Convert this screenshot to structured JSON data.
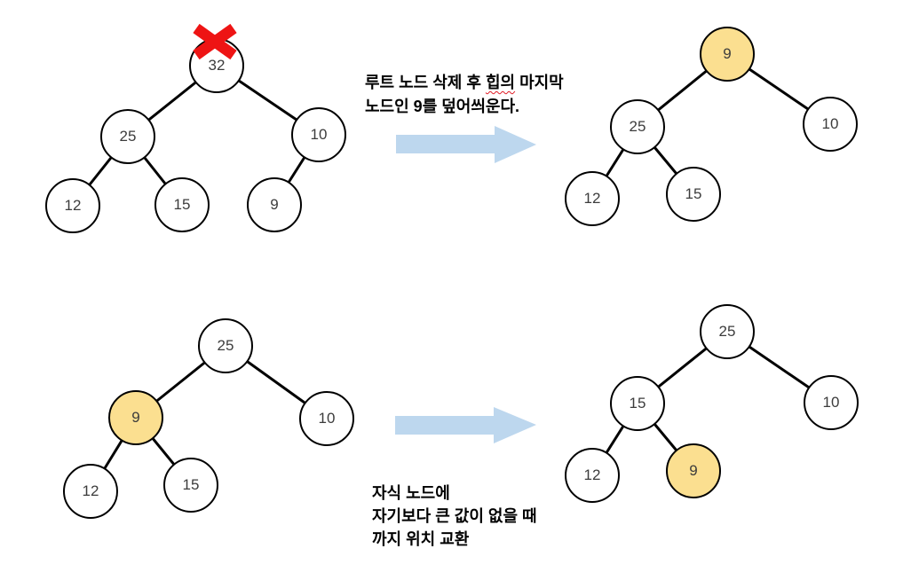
{
  "annotations": {
    "top": {
      "part1": "루트 노드 삭제 후 ",
      "misspelled_word": "힙의",
      "part2": " 마지막",
      "line2": "노드인 9를 덮어씌운다."
    },
    "bottom": {
      "line1": "자식 노드에",
      "line2": "자기보다 큰 값이 없을 때",
      "line3": "까지 위치 교환"
    }
  },
  "colors": {
    "highlight_fill": "#FBDF90",
    "node_fill": "#FFFFFF",
    "node_stroke": "#000000",
    "edge_stroke": "#000000",
    "arrow_fill": "#BDD7EE",
    "delete_x": "#EE1414",
    "spellcheck_underline": "#E01B24"
  },
  "icons": {
    "delete_x": "red-x-mark",
    "transition": "right-block-arrow"
  },
  "trees": [
    {
      "id": "before-delete",
      "nodes": [
        {
          "value": "32",
          "state": "deleted"
        },
        {
          "value": "25",
          "state": "normal"
        },
        {
          "value": "10",
          "state": "normal"
        },
        {
          "value": "12",
          "state": "normal"
        },
        {
          "value": "15",
          "state": "normal"
        },
        {
          "value": "9",
          "state": "normal"
        }
      ],
      "edges": [
        "32-25",
        "32-10",
        "25-12",
        "25-15",
        "10-9"
      ]
    },
    {
      "id": "after-root-replaced",
      "nodes": [
        {
          "value": "9",
          "state": "highlighted"
        },
        {
          "value": "25",
          "state": "normal"
        },
        {
          "value": "10",
          "state": "normal"
        },
        {
          "value": "12",
          "state": "normal"
        },
        {
          "value": "15",
          "state": "normal"
        }
      ],
      "edges": [
        "9-25",
        "9-10",
        "25-12",
        "25-15"
      ]
    },
    {
      "id": "sift-down-step",
      "nodes": [
        {
          "value": "25",
          "state": "normal"
        },
        {
          "value": "9",
          "state": "highlighted"
        },
        {
          "value": "10",
          "state": "normal"
        },
        {
          "value": "12",
          "state": "normal"
        },
        {
          "value": "15",
          "state": "normal"
        }
      ],
      "edges": [
        "25-9",
        "25-10",
        "9-12",
        "9-15"
      ]
    },
    {
      "id": "sift-down-final",
      "nodes": [
        {
          "value": "25",
          "state": "normal"
        },
        {
          "value": "15",
          "state": "normal"
        },
        {
          "value": "10",
          "state": "normal"
        },
        {
          "value": "12",
          "state": "normal"
        },
        {
          "value": "9",
          "state": "highlighted"
        }
      ],
      "edges": [
        "25-15",
        "25-10",
        "15-12",
        "15-9"
      ]
    }
  ]
}
